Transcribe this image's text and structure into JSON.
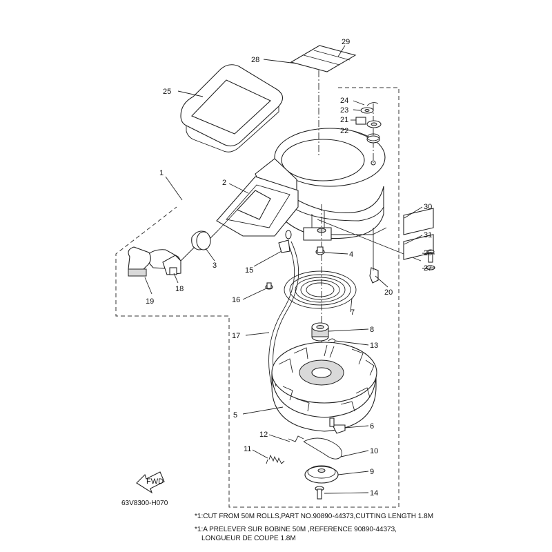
{
  "diagram": {
    "callouts": [
      "29",
      "28",
      "25",
      "24",
      "23",
      "21",
      "22",
      "1",
      "2",
      "30",
      "31",
      "26",
      "27",
      "3",
      "4",
      "15",
      "18",
      "19",
      "16",
      "20",
      "7",
      "8",
      "17",
      "13",
      "5",
      "6",
      "12",
      "10",
      "11",
      "9",
      "14"
    ],
    "drawing_code": "63V8300-H070",
    "fwd_label": "FWD",
    "notes": [
      "*1:CUT FROM 50M ROLLS,PART NO.90890-44373,CUTTING LENGTH 1.8M",
      "*1:A PRELEVER SUR BOBINE 50M ,REFERENCE 90890-44373,",
      "LONGUEUR DE COUPE 1.8M"
    ]
  }
}
